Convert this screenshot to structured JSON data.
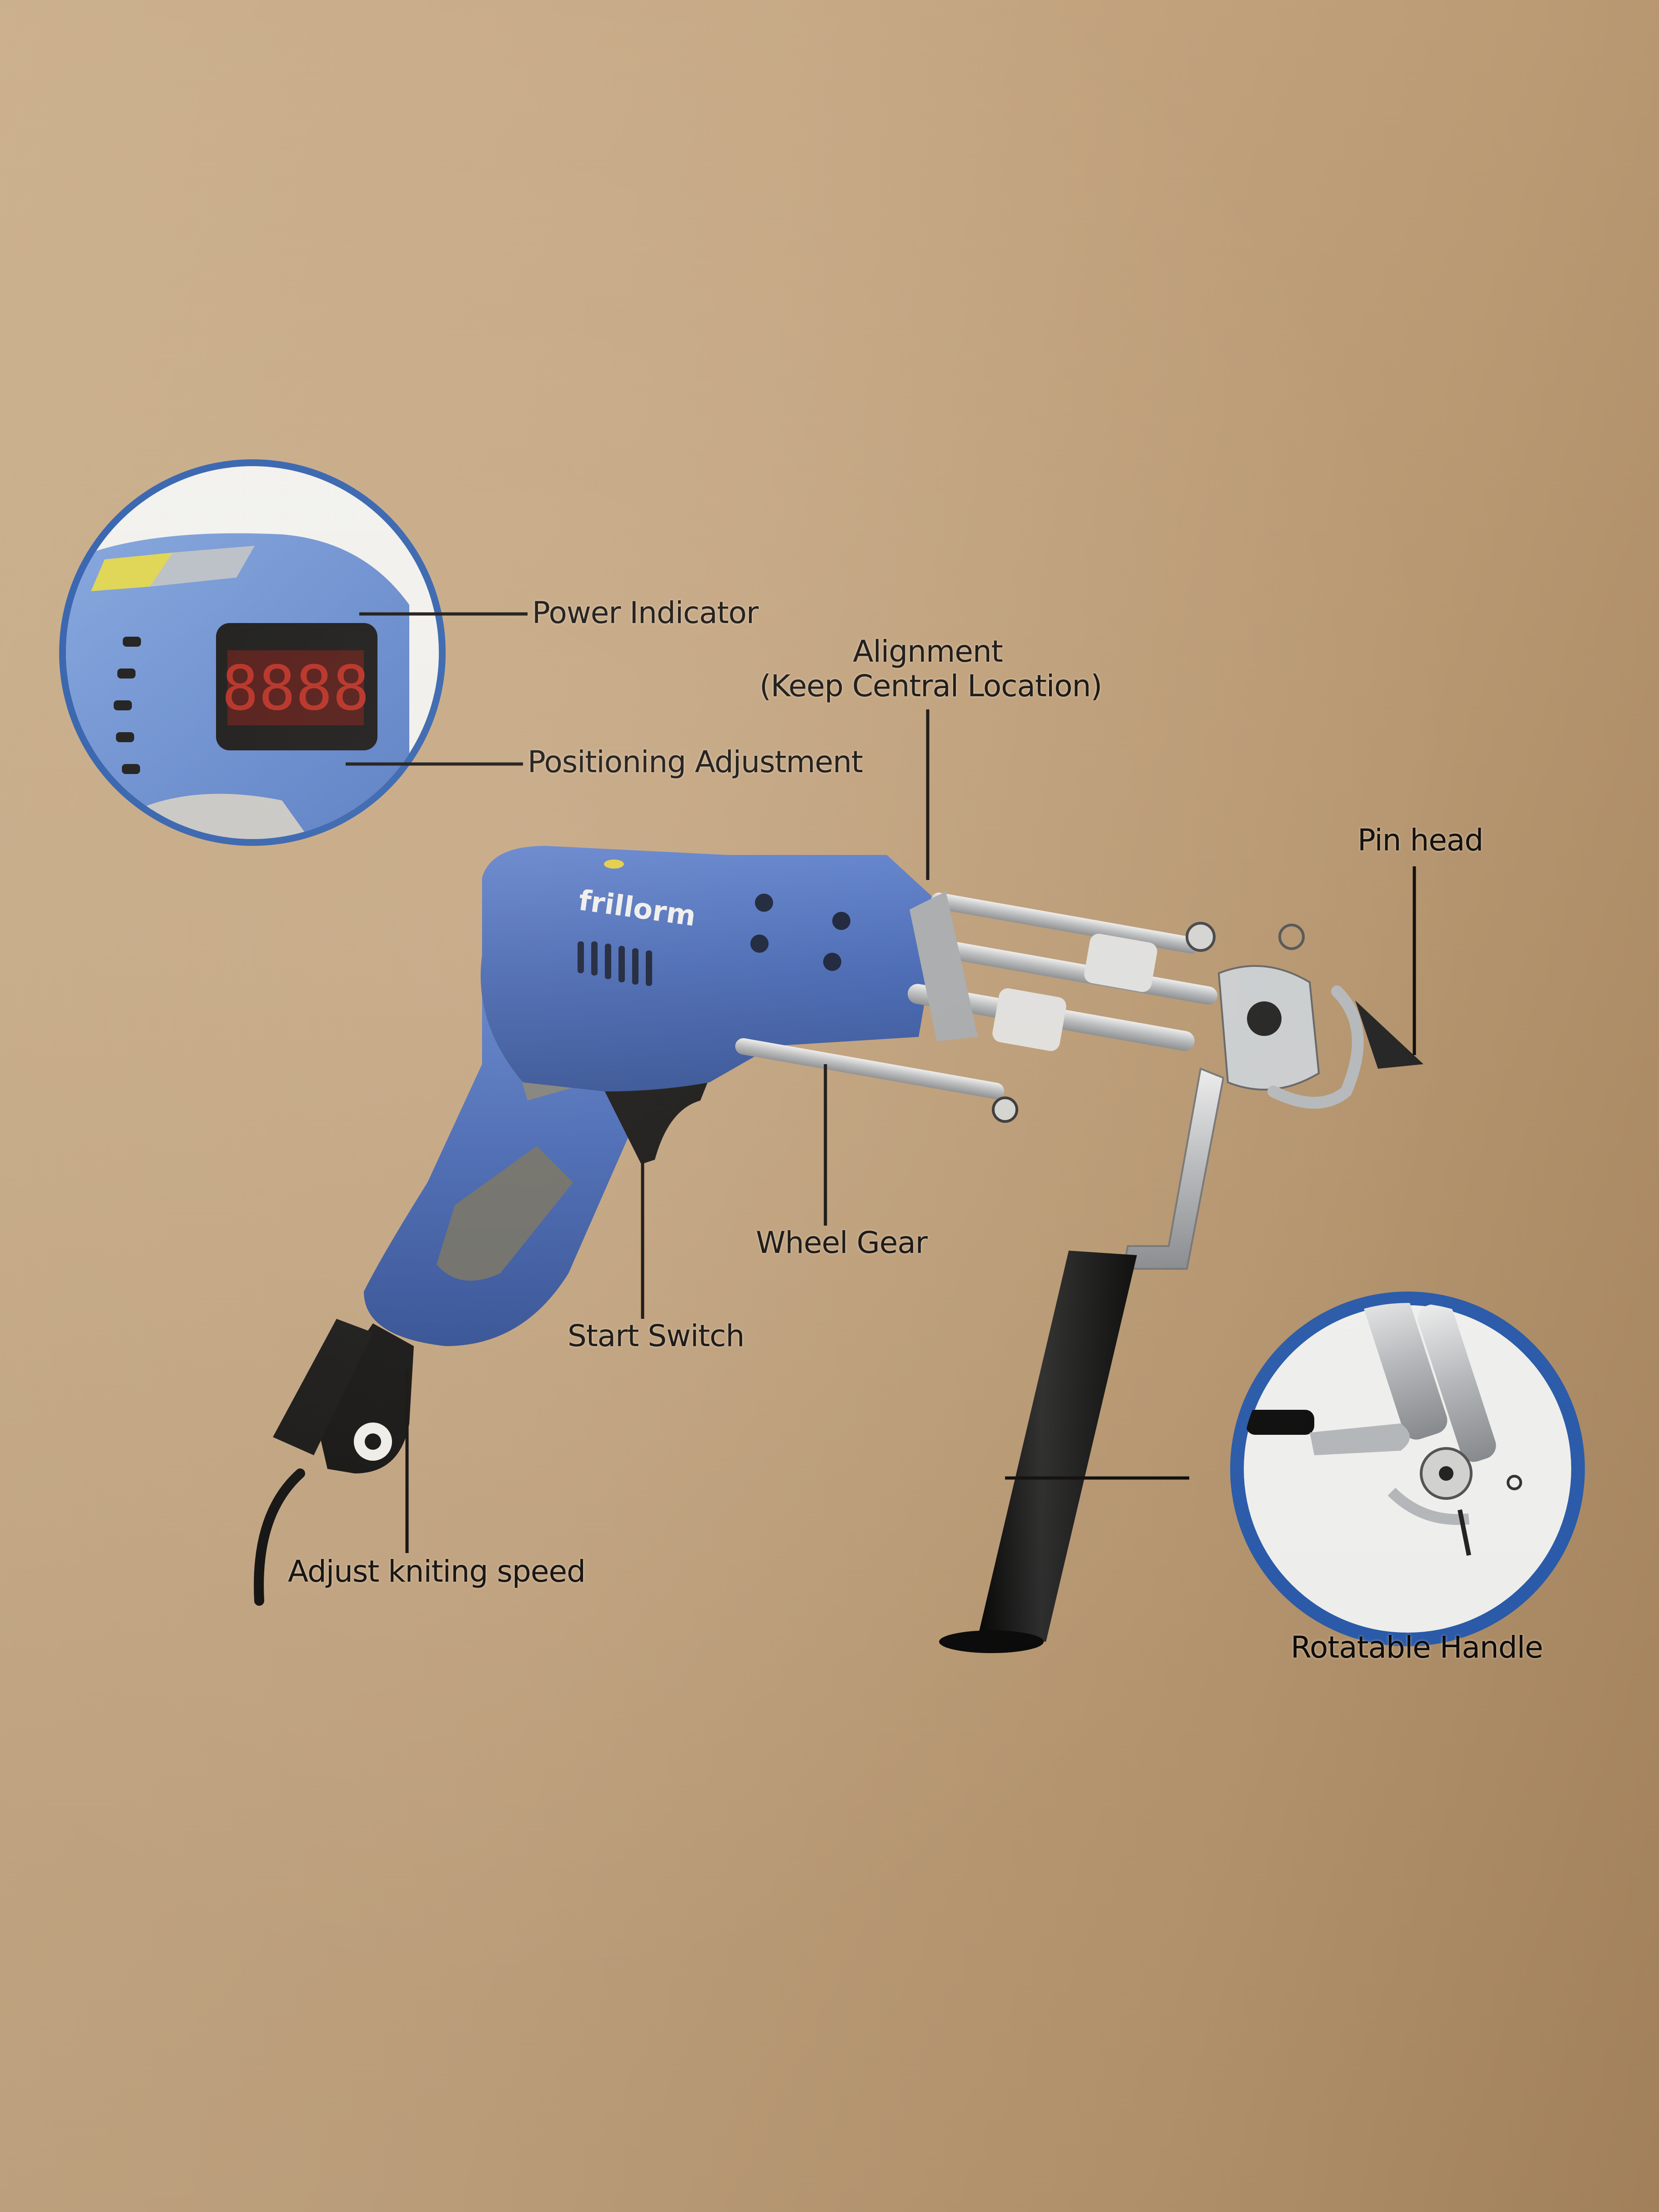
{
  "diagram": {
    "subject": "Tufting gun",
    "brand_mark": "frillorm",
    "display_digits": "8888",
    "colors": {
      "background": "#c4a47f",
      "body_blue": "#3f63b5",
      "inset_ring_blue": "#2a5cae",
      "display_red": "#b11a12",
      "metal": "#cfd2d4",
      "handle_black": "#0d0d0d",
      "label_text": "#0c0a08"
    },
    "labels": {
      "power_indicator": "Power Indicator",
      "positioning_adjustment": "Positioning Adjustment",
      "alignment_line1": "Alignment",
      "alignment_line2": "(Keep Central Location)",
      "pin_head": "Pin head",
      "wheel_gear": "Wheel Gear",
      "start_switch": "Start Switch",
      "adjust_speed": "Adjust kniting speed",
      "rotatable_handle": "Rotatable Handle"
    },
    "insets": [
      {
        "name": "display-closeup",
        "shows": "Power indicator LED display"
      },
      {
        "name": "handle-closeup",
        "shows": "Rotatable handle pivot"
      }
    ]
  }
}
